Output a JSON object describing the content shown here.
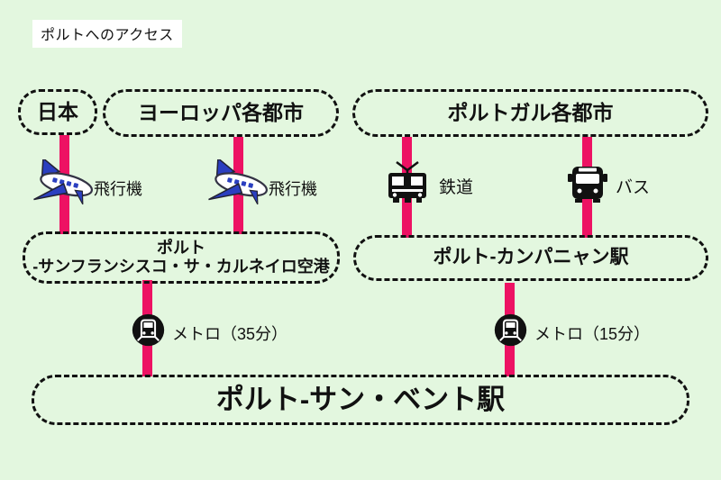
{
  "title": "ポルトへのアクセス",
  "colors": {
    "background": "#E3F7DF",
    "route_line": "#ED1263",
    "box_border": "#111111",
    "icon_black": "#111111",
    "plane_blue": "#2B3FC0",
    "title_background": "#FFFFFF"
  },
  "origins": {
    "japan": "日本",
    "europe": "ヨーロッパ各都市",
    "portugal": "ポルトガル各都市"
  },
  "transports": {
    "flight_from_japan": "飛行機",
    "flight_from_europe": "飛行機",
    "rail": "鉄道",
    "bus": "バス",
    "metro_from_airport": "メトロ（35分）",
    "metro_from_campanha": "メトロ（15分）"
  },
  "stations": {
    "airport_line1": "ポルト",
    "airport_line2": "-サンフランシスコ・サ・カルネイロ空港",
    "campanha": "ポルト-カンパニャン駅",
    "sao_bento": "ポルト-サン・ベント駅"
  }
}
